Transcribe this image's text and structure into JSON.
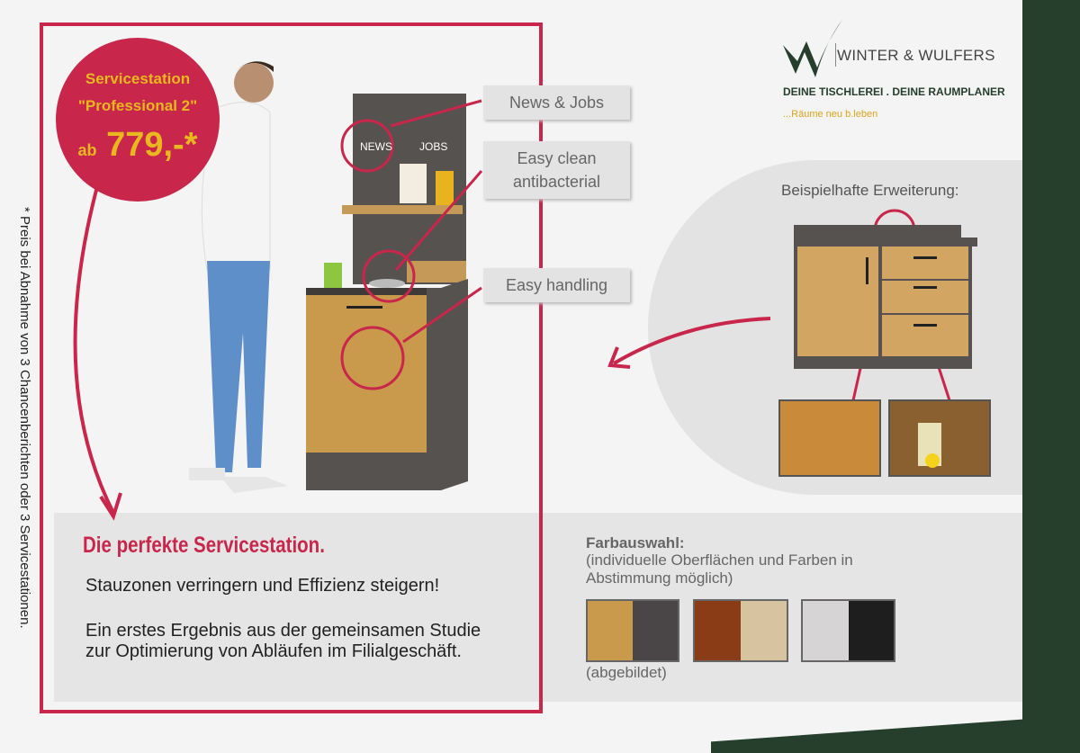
{
  "brand": {
    "name": "WINTER & WULFERS",
    "tagline": "DEINE TISCHLEREI . DEINE RAUMPLANER",
    "slogan": "...Räume neu b.leben"
  },
  "badge": {
    "line1": "Servicestation",
    "line2": "\"Professional 2\"",
    "prefix": "ab",
    "price": "779,-*"
  },
  "product_labels": {
    "news": "NEWS",
    "jobs": "JOBS"
  },
  "callouts": [
    "News & Jobs",
    "Easy clean antibacterial",
    "Easy handling"
  ],
  "extension": {
    "title": "Beispielhafte Erweiterung:"
  },
  "footnote": "* Preis bei Abnahme von 3 Chancenberichten oder 3 Servicestationen.",
  "main": {
    "headline": "Die perfekte Servicestation.",
    "subline": "Stauzonen verringern und Effizienz steigern!",
    "paragraph": "Ein erstes Ergebnis aus der gemeinsamen Studie zur Optimierung von Abläufen im Filialgeschäft."
  },
  "colors": {
    "title": "Farbauswahl:",
    "subtitle": "(individuelle Oberflächen und Farben in Abstimmung möglich)",
    "note": "(abgebildet)",
    "swatches": [
      [
        "#c99a4c",
        "#4a4547"
      ],
      [
        "#8a3c17",
        "#d8c3a0"
      ],
      [
        "#d6d4d4",
        "#1e1e1e"
      ]
    ]
  },
  "accent": "#c8264a",
  "gold": "#e8b81e",
  "green": "#263f2d"
}
